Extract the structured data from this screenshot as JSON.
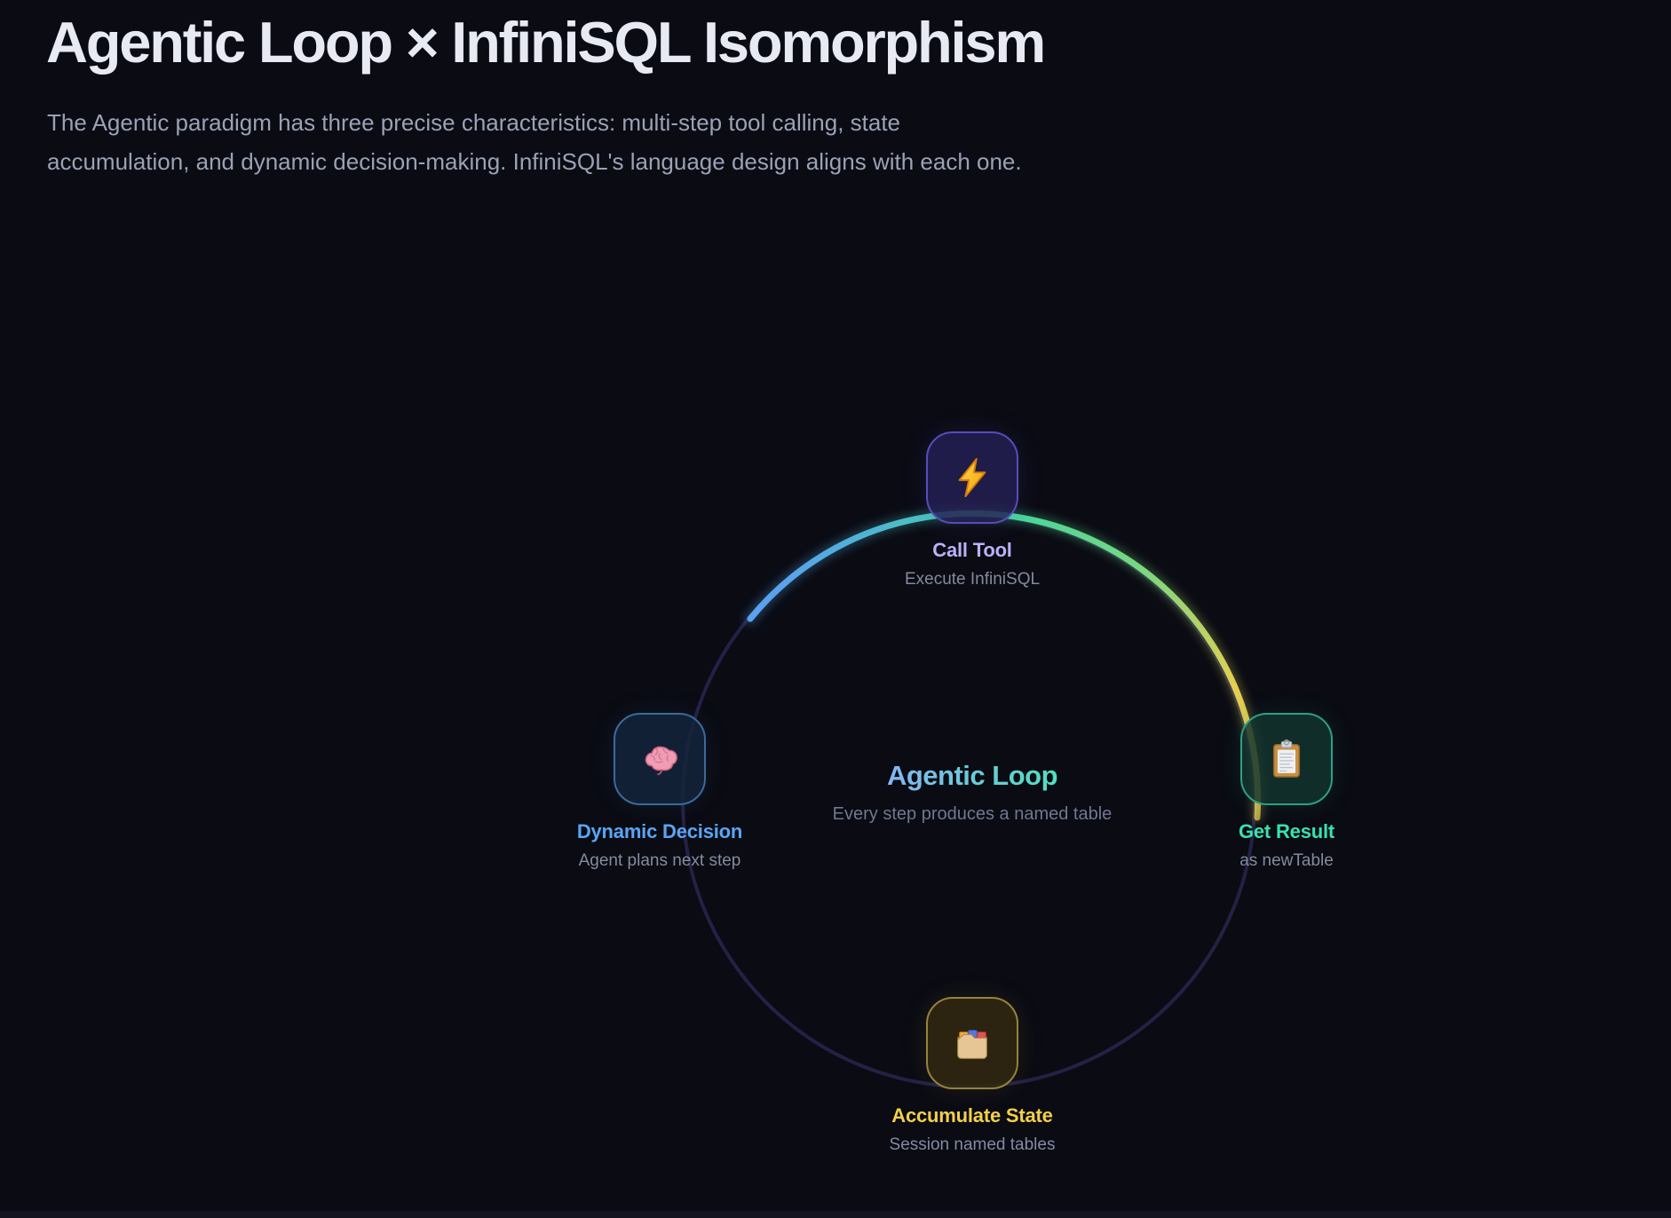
{
  "header": {
    "title": "Agentic Loop × InfiniSQL Isomorphism",
    "description": "The Agentic paradigm has three precise characteristics: multi-step tool calling, state accumulation, and dynamic decision-making. InfiniSQL's language design aligns with each one."
  },
  "diagram": {
    "center": {
      "title": "Agentic Loop",
      "subtitle": "Every step produces a named table"
    },
    "nodes": [
      {
        "id": "call-tool",
        "label": "Call Tool",
        "sublabel": "Execute InfiniSQL",
        "icon": "lightning-icon",
        "accent": "#bcb0f8",
        "position": "top"
      },
      {
        "id": "get-result",
        "label": "Get Result",
        "sublabel": "as newTable",
        "icon": "clipboard-icon",
        "accent": "#36e3ae",
        "position": "right"
      },
      {
        "id": "accumulate-state",
        "label": "Accumulate State",
        "sublabel": "Session named tables",
        "icon": "card-index-icon",
        "accent": "#f3cf4a",
        "position": "bottom"
      },
      {
        "id": "dynamic-decision",
        "label": "Dynamic Decision",
        "sublabel": "Agent plans next step",
        "icon": "brain-icon",
        "accent": "#58a6f6",
        "position": "left"
      }
    ],
    "ring": {
      "dim_color": "#232145",
      "arc_gradient": [
        "#58a2ee",
        "#3fd6a2",
        "#e8d04f"
      ]
    }
  },
  "colors": {
    "background": "#0a0b13",
    "title_text": "#e7e9f3",
    "body_text": "#9aa2b4",
    "muted_text": "#838b9e",
    "center_gradient_start": "#85b5f2",
    "center_gradient_end": "#50dfc0"
  }
}
